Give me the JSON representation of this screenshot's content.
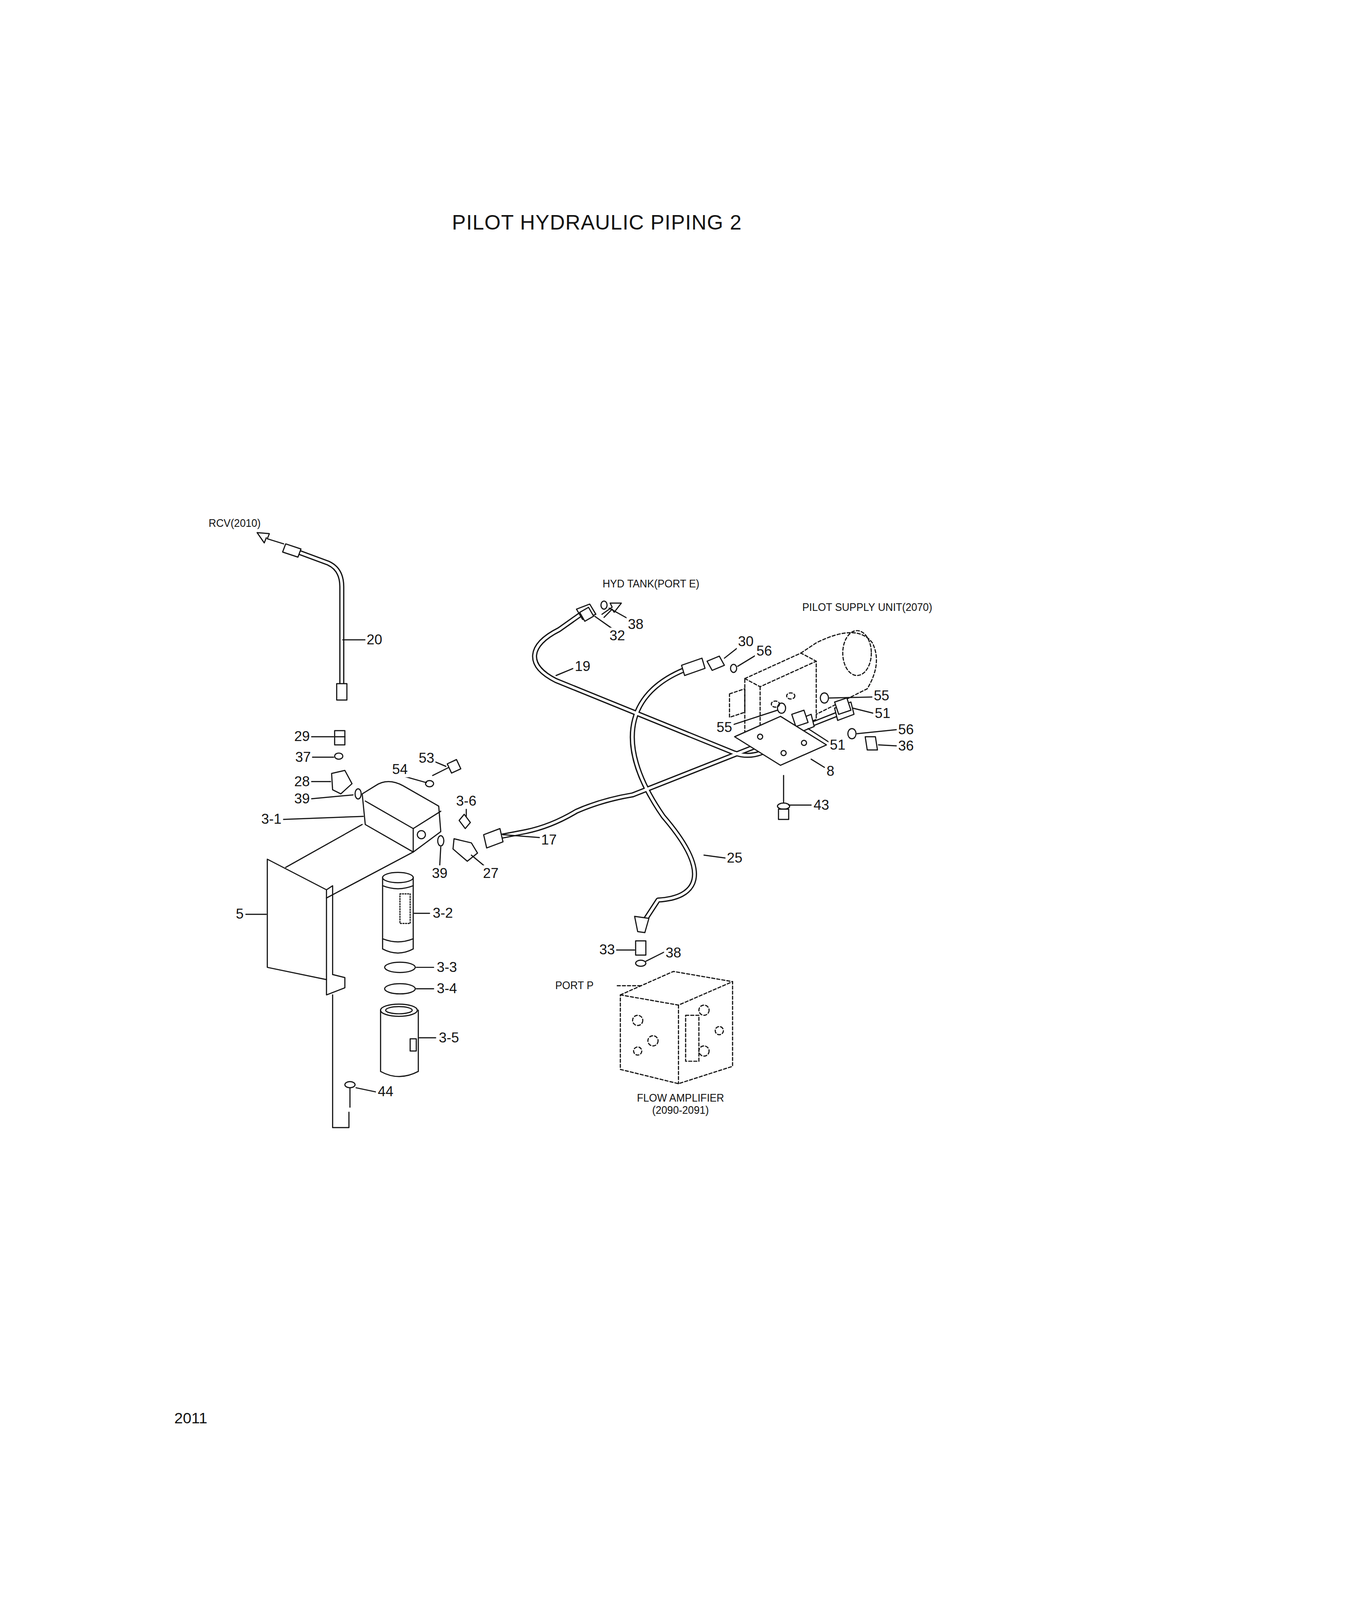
{
  "diagram": {
    "title": "PILOT HYDRAULIC PIPING 2",
    "labels": [
      "RCV(2010)",
      "HYD TANK(PORT E)",
      "PILOT SUPPLY UNIT(2070)",
      "20",
      "32",
      "38",
      "19",
      "30",
      "56",
      "55",
      "51",
      "55",
      "56",
      "51",
      "36",
      "8",
      "43",
      "29",
      "37",
      "53",
      "54",
      "28",
      "39",
      "3-6",
      "3-1",
      "17",
      "39",
      "27",
      "25",
      "5",
      "3-2",
      "3-3",
      "3-4",
      "33",
      "38",
      "PORT P",
      "3-5",
      "44",
      "FLOW AMPLIFIER (2090-2091)",
      "2011"
    ]
  }
}
